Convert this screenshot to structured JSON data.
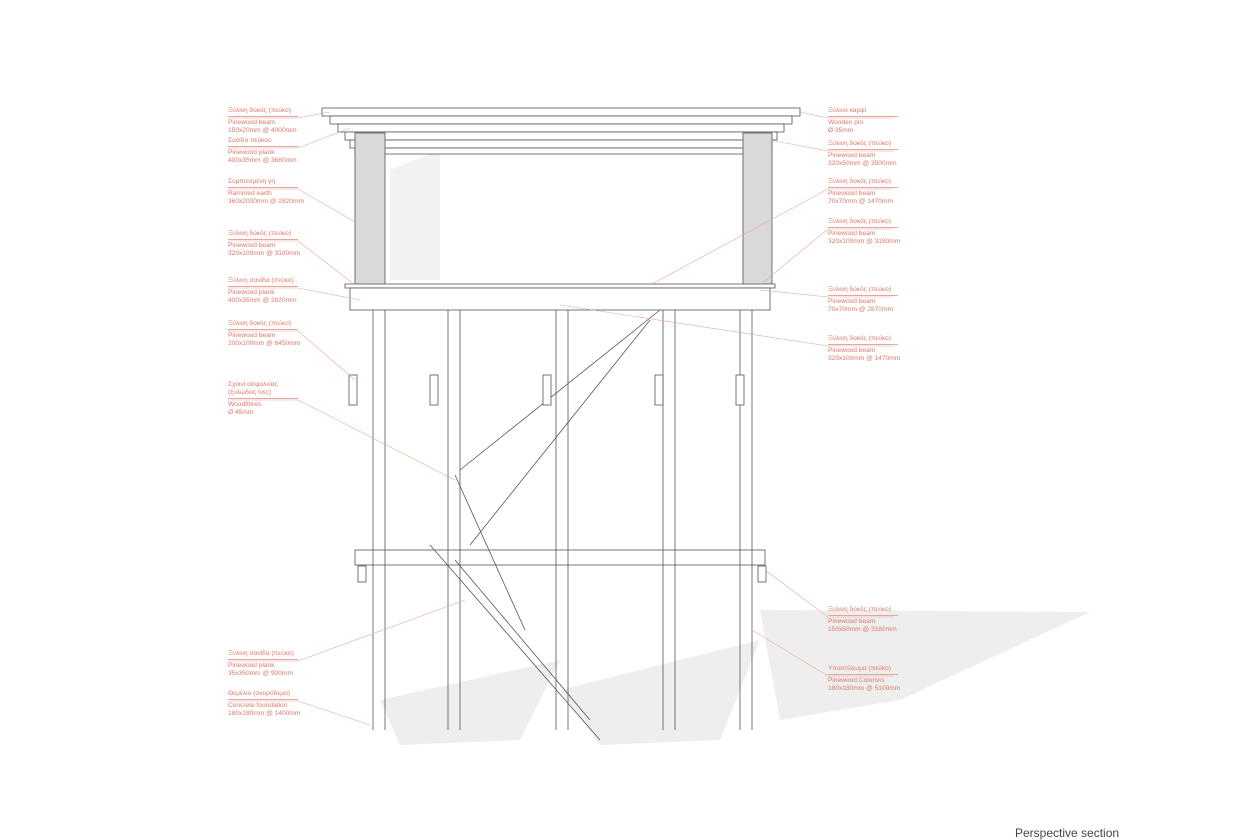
{
  "colors": {
    "annotation": "#e0776a",
    "line": "#555555",
    "wall": "#d9d9d9",
    "shadow": "#ececec"
  },
  "caption": "Perspective section",
  "left_labels": [
    {
      "gr": "Ξύλινη δοκός (πεύκο)",
      "en": "Pinewood beam",
      "dim": "150x20mm @ 4000mm"
    },
    {
      "gr": "Σανίδα πεύκου",
      "en": "Pinewood plank",
      "dim": "400x35mm @ 3680mm"
    },
    {
      "gr": "Συμπιεσμένη γη",
      "en": "Rammed earth",
      "dim": "360x2000mm @ 2820mm"
    },
    {
      "gr": "Ξύλινη δοκός (πεύκο)",
      "en": "Pinewood beam",
      "dim": "320x100mm @ 3180mm"
    },
    {
      "gr": "Ξύλινη σανίδα (πεύκο)",
      "en": "Pinewood plank",
      "dim": "400x35mm @ 2820mm"
    },
    {
      "gr": "Ξύλινη δοκός (πεύκο)",
      "en": "Pinewood beam",
      "dim": "200x100mm @ 6450mm"
    },
    {
      "gr": "Σχοινί ασφαλείας",
      "gr2": "(ξυλώδεις ίνες)",
      "en": "Woodfibres",
      "dim": "Ø 45mm"
    },
    {
      "gr": "Ξύλινη σανίδα (πεύκο)",
      "en": "Pinewood plank",
      "dim": "35x350mm @ 900mm"
    },
    {
      "gr": "Θεμέλιο (σκυρόδεμα)",
      "en": "Concrete foundation",
      "dim": "180x180mm @ 1400mm"
    }
  ],
  "right_labels": [
    {
      "gr": "Ξύλινο καρφί",
      "en": "Wooden pin",
      "dim": "Ø 35mm"
    },
    {
      "gr": "Ξύλινη δοκός (πεύκο)",
      "en": "Pinewood beam",
      "dim": "320x50mm @ 3500mm"
    },
    {
      "gr": "Ξύλινη δοκός (πεύκο)",
      "en": "Pinewood beam",
      "dim": "70x70mm @ 1470mm"
    },
    {
      "gr": "Ξύλινη δοκός (πεύκο)",
      "en": "Pinewood beam",
      "dim": "320x100mm @ 3180mm"
    },
    {
      "gr": "Ξύλινη δοκός (πεύκο)",
      "en": "Pinewood beam",
      "dim": "70x70mm @ 2870mm"
    },
    {
      "gr": "Ξύλινη δοκός (πεύκο)",
      "en": "Pinewood beam",
      "dim": "320x100mm @ 1470mm"
    },
    {
      "gr": "Ξύλινη δοκός (πεύκο)",
      "en": "Pinewood beam",
      "dim": "150x50mm @ 3180mm"
    },
    {
      "gr": "Υποστύλωμα (πεύκο)",
      "en": "Pinewood Columns",
      "dim": "180x180mm @ 5100mm"
    }
  ]
}
